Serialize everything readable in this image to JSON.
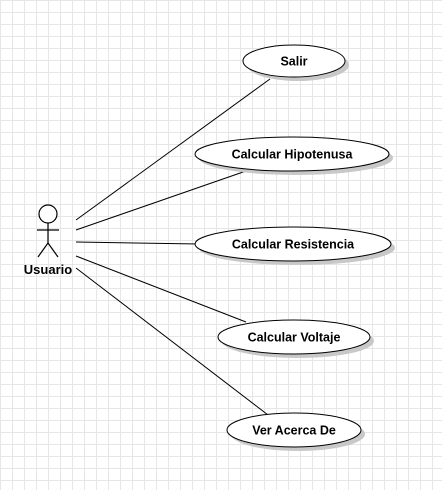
{
  "actor": {
    "label": "Usuario"
  },
  "use_cases": [
    {
      "id": "salir",
      "label": "Salir"
    },
    {
      "id": "hipotenusa",
      "label": "Calcular Hipotenusa"
    },
    {
      "id": "resistencia",
      "label": "Calcular Resistencia"
    },
    {
      "id": "voltaje",
      "label": "Calcular Voltaje"
    },
    {
      "id": "acerca",
      "label": "Ver Acerca De"
    }
  ],
  "style": {
    "grid_color": "#e6e6e6",
    "line_color": "#000000",
    "shadow_color": "#c8c8c8",
    "fill_color": "#ffffff"
  }
}
